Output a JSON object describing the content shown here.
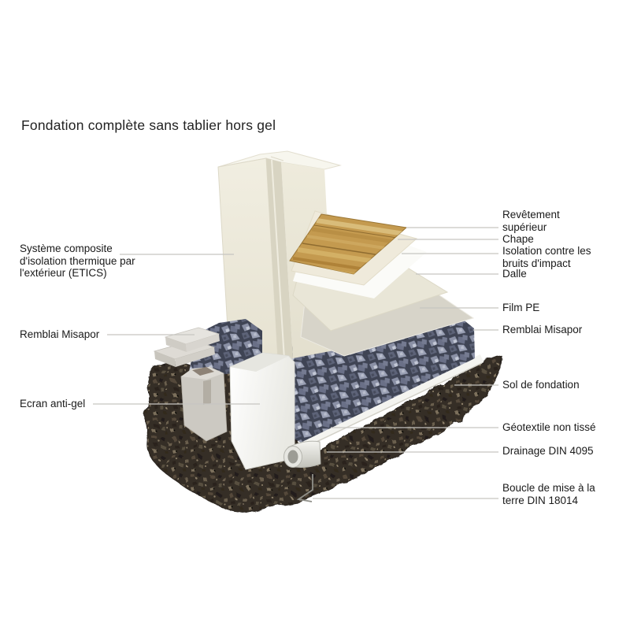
{
  "title": "Fondation complète sans tablier hors gel",
  "labels": {
    "left": [
      {
        "id": "etics",
        "text": "Système composite d'isolation thermique par l'extérieur (ETICS)"
      },
      {
        "id": "remblai-left",
        "text": "Remblai Misapor"
      },
      {
        "id": "ecran-anti-gel",
        "text": "Ecran anti-gel"
      }
    ],
    "right": [
      {
        "id": "revetement",
        "text": "Revêtement supérieur"
      },
      {
        "id": "chape",
        "text": "Chape"
      },
      {
        "id": "isolation",
        "text": "Isolation contre les bruits d'impact"
      },
      {
        "id": "dalle",
        "text": "Dalle"
      },
      {
        "id": "film-pe",
        "text": "Film PE"
      },
      {
        "id": "remblai-right",
        "text": "Remblai Misapor"
      },
      {
        "id": "sol",
        "text": "Sol de fondation"
      },
      {
        "id": "geotextile",
        "text": "Géotextile non tissé"
      },
      {
        "id": "drainage",
        "text": "Drainage DIN 4095"
      },
      {
        "id": "boucle",
        "text": "Boucle de mise à la terre DIN 18014"
      }
    ]
  },
  "colors": {
    "background": "#ffffff",
    "text": "#1a1a1a",
    "leader_line": "#c6c5c1",
    "wall_cream": "#efecdf",
    "wood": "#c49a4f",
    "gravel_blue_gray": "#858ba0",
    "soil_brown": "#3a3128",
    "foam_white": "#f5f5f1",
    "film_pe_gray": "#d7d4c9"
  }
}
